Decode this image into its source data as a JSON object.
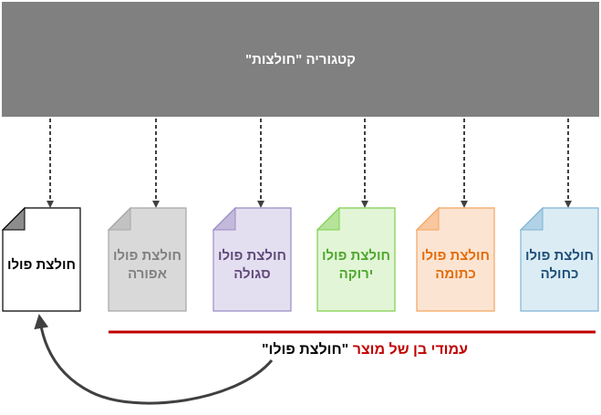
{
  "category": {
    "title": "קטגוריה \"חולצות\""
  },
  "documents": [
    {
      "label": "חולצת פולו",
      "fill": "#ffffff",
      "stroke": "#000000",
      "text_color": "#000000"
    },
    {
      "label": "חולצת פולו\nאפורה",
      "fill": "#d9d9d9",
      "stroke": "#a6a6a6",
      "text_color": "#808080"
    },
    {
      "label": "חולצת פולו\nסגולה",
      "fill": "#e4dff0",
      "stroke": "#9b8cc4",
      "text_color": "#604a7b"
    },
    {
      "label": "חולצת פולו\nירוקה",
      "fill": "#e2f5d6",
      "stroke": "#7fcf4f",
      "text_color": "#4ea72e"
    },
    {
      "label": "חולצת פולו\nכתומה",
      "fill": "#fce4d2",
      "stroke": "#f4a460",
      "text_color": "#e36c0a"
    },
    {
      "label": "חולצת פולו\nכחולה",
      "fill": "#dbecf4",
      "stroke": "#7fb3d5",
      "text_color": "#1f4e79"
    }
  ],
  "caption": {
    "part1": "עמודי בן של מוצר",
    "part2": "\"חולצת פולו\""
  },
  "colors": {
    "category_bar": "#808080",
    "underline": "#c00000",
    "arrows": "#404040"
  }
}
